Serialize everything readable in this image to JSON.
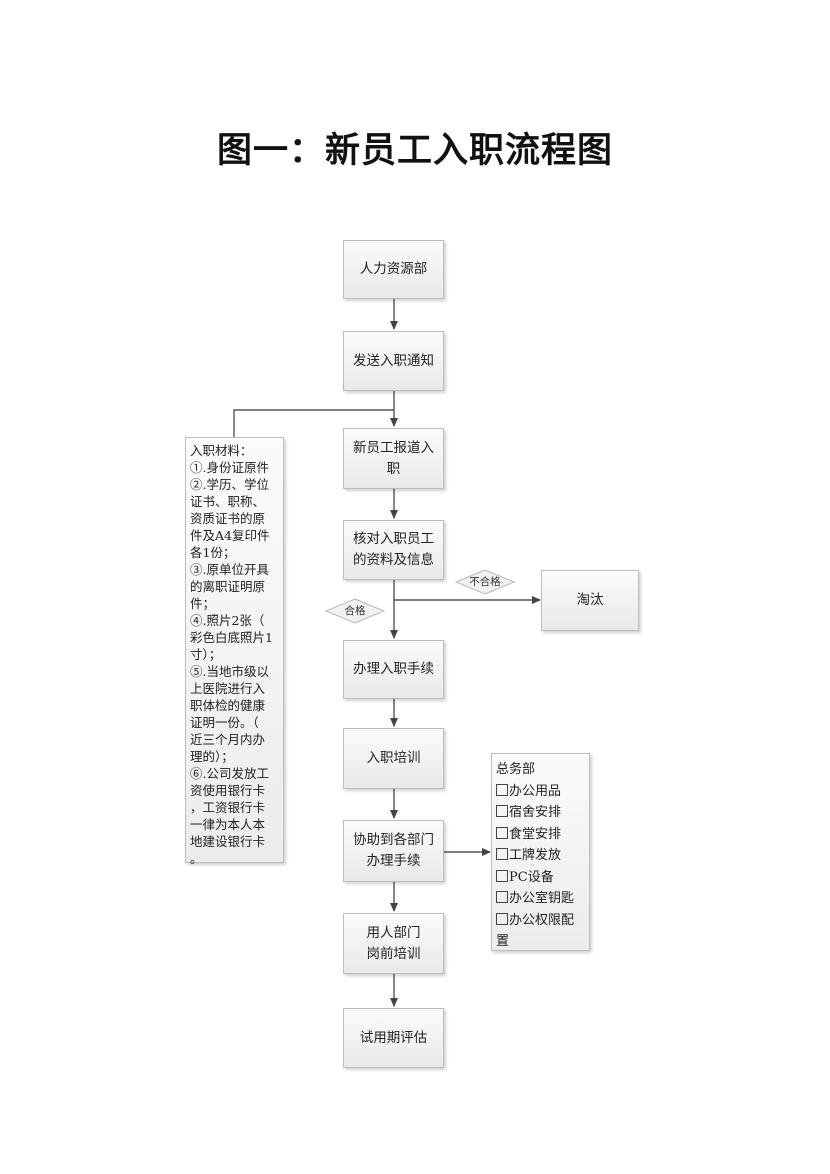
{
  "title": "图一：新员工入职流程图",
  "steps": [
    {
      "id": "hr",
      "text": "人力资源部"
    },
    {
      "id": "notice",
      "text": "发送入职通知"
    },
    {
      "id": "report",
      "line1": "新员工报道入",
      "line2": "职"
    },
    {
      "id": "verify",
      "line1": "核对入职员工",
      "line2": "的资料及信息"
    },
    {
      "id": "procedure",
      "text": "办理入职手续"
    },
    {
      "id": "training",
      "text": "入职培训"
    },
    {
      "id": "assist",
      "line1": "协助到各部门",
      "line2": "办理手续"
    },
    {
      "id": "dept_training",
      "line1": "用人部门",
      "line2": "岗前培训"
    },
    {
      "id": "probation",
      "text": "试用期评估"
    }
  ],
  "eliminate": "淘汰",
  "decisions": {
    "fail": "不合格",
    "pass": "合格"
  },
  "materials": {
    "lines": [
      "入职材料：",
      "①.身份证原件",
      "②.学历、学位",
      "证书、职称、",
      "资质证书的原",
      "件及A4复印件",
      "各1份；",
      "③.原单位开具",
      "的离职证明原",
      "件；",
      "④.照片2张（",
      "彩色白底照片1",
      "寸）；",
      "⑤.当地市级以",
      "上医院进行入",
      "职体检的健康",
      "证明一份。（",
      "近三个月内办",
      "理的）；",
      "⑥.公司发放工",
      "资使用银行卡",
      "，工资银行卡",
      "一律为本人本",
      "地建设银行卡",
      "。"
    ]
  },
  "general_affairs": {
    "header": "总务部",
    "items": [
      "办公用品",
      "宿舍安排",
      "食堂安排",
      "工牌发放",
      "PC设备",
      "办公室钥匙",
      "办公权限配"
    ],
    "tail": "置"
  }
}
